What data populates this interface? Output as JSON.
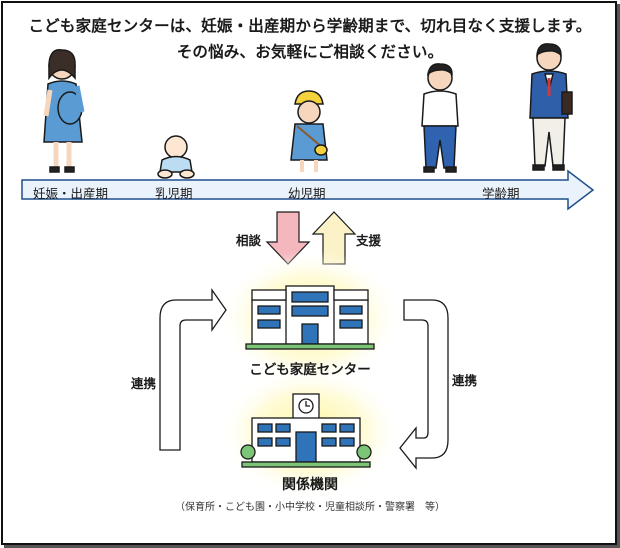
{
  "header": {
    "line1": "こども家庭センターは、妊娠・出産期から学齢期まで、切れ目なく支援します。",
    "line2": "その悩み、お気軽にご相談ください。"
  },
  "timeline": {
    "stages": [
      "妊娠・出産期",
      "乳児期",
      "幼児期",
      "学齢期"
    ]
  },
  "flow": {
    "consult_label": "相談",
    "support_label": "支援",
    "cooperation_left": "連携",
    "cooperation_right": "連携"
  },
  "center": {
    "name": "こども家庭センター"
  },
  "agencies": {
    "name": "関係機関",
    "examples": "（保育所・こども園・小中学校・児童相談所・警察署　等）"
  },
  "colors": {
    "timeline_fill": "#eaf2fb",
    "timeline_stroke": "#1f4e8c",
    "consult_arrow": "#f4b7bd",
    "support_arrow": "#fbf3c7",
    "glow": "#fff7b0",
    "building_blue": "#2f73b8"
  }
}
